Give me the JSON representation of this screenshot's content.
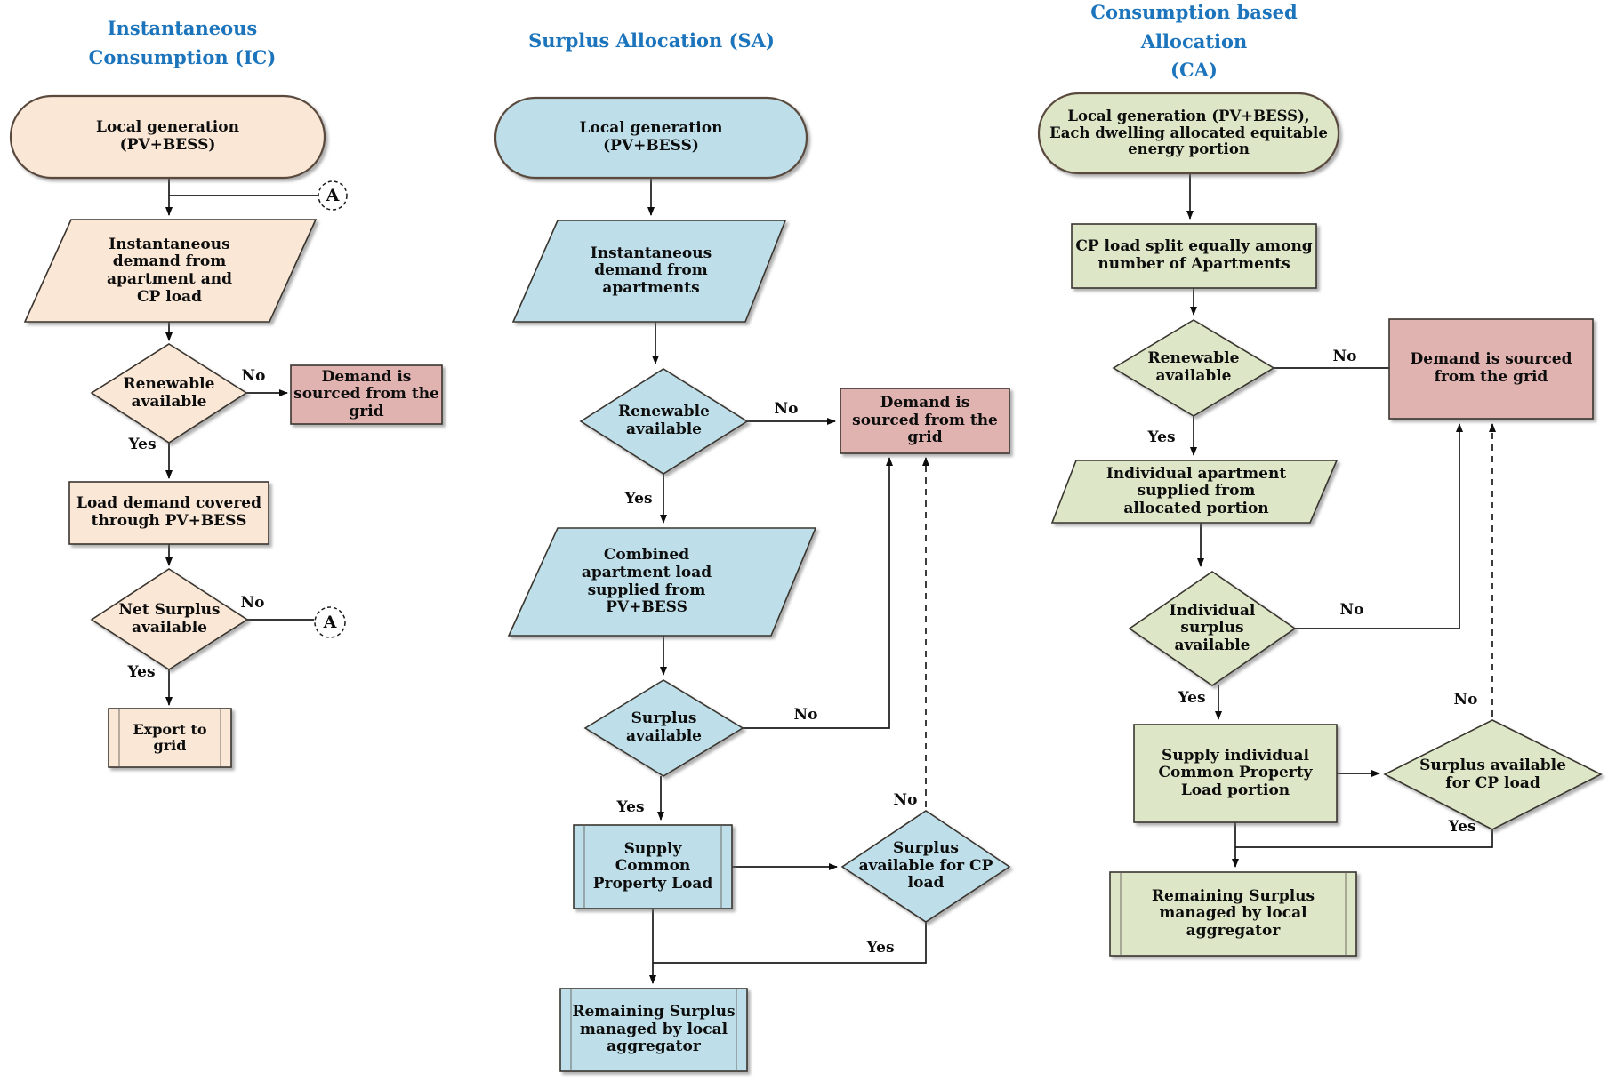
{
  "titles": {
    "ic": "Instantaneous\nConsumption (IC)",
    "sa": "Surplus Allocation (SA)",
    "ca": "Consumption based Allocation\n(CA)"
  },
  "ic": {
    "start": "Local generation\n(PV+BESS)",
    "demand": "Instantaneous\ndemand from\napartment and\nCP load",
    "renewable": "Renewable\navailable",
    "grid": "Demand is\nsourced from the\ngrid",
    "load": "Load demand covered\nthrough PV+BESS",
    "net_surplus": "Net Surplus\navailable",
    "export": "Export to\ngrid"
  },
  "sa": {
    "start": "Local generation\n(PV+BESS)",
    "demand": "Instantaneous\ndemand from\napartments",
    "renewable": "Renewable\navailable",
    "grid": "Demand is\nsourced from the\ngrid",
    "combined": "Combined\napartment load\nsupplied from\nPV+BESS",
    "surplus": "Surplus\navailable",
    "supply": "Supply\nCommon\nProperty Load",
    "cp": "Surplus\navailable for CP\nload",
    "remaining": "Remaining Surplus\nmanaged by local\naggregator"
  },
  "ca": {
    "start": "Local generation (PV+BESS),\nEach dwelling allocated equitable\nenergy portion",
    "split": "CP load split equally among\nnumber of Apartments",
    "renewable": "Renewable\navailable",
    "grid": "Demand is sourced\nfrom the grid",
    "individual": "Individual apartment\nsupplied from\nallocated portion",
    "ind_surplus": "Individual\nsurplus\navailable",
    "supply": "Supply individual\nCommon Property\nLoad portion",
    "cp": "Surplus available\nfor CP load",
    "remaining": "Remaining Surplus\nmanaged by local\naggregator"
  },
  "edges": {
    "yes": "Yes",
    "no": "No",
    "connector_a": "A"
  },
  "colors": {
    "title_blue": "#1c75bc",
    "ic_fill": "#fae7d6",
    "sa_fill": "#bedfe9",
    "ca_fill": "#dde7c7",
    "grid_box_fill": "#e0b2b0"
  }
}
